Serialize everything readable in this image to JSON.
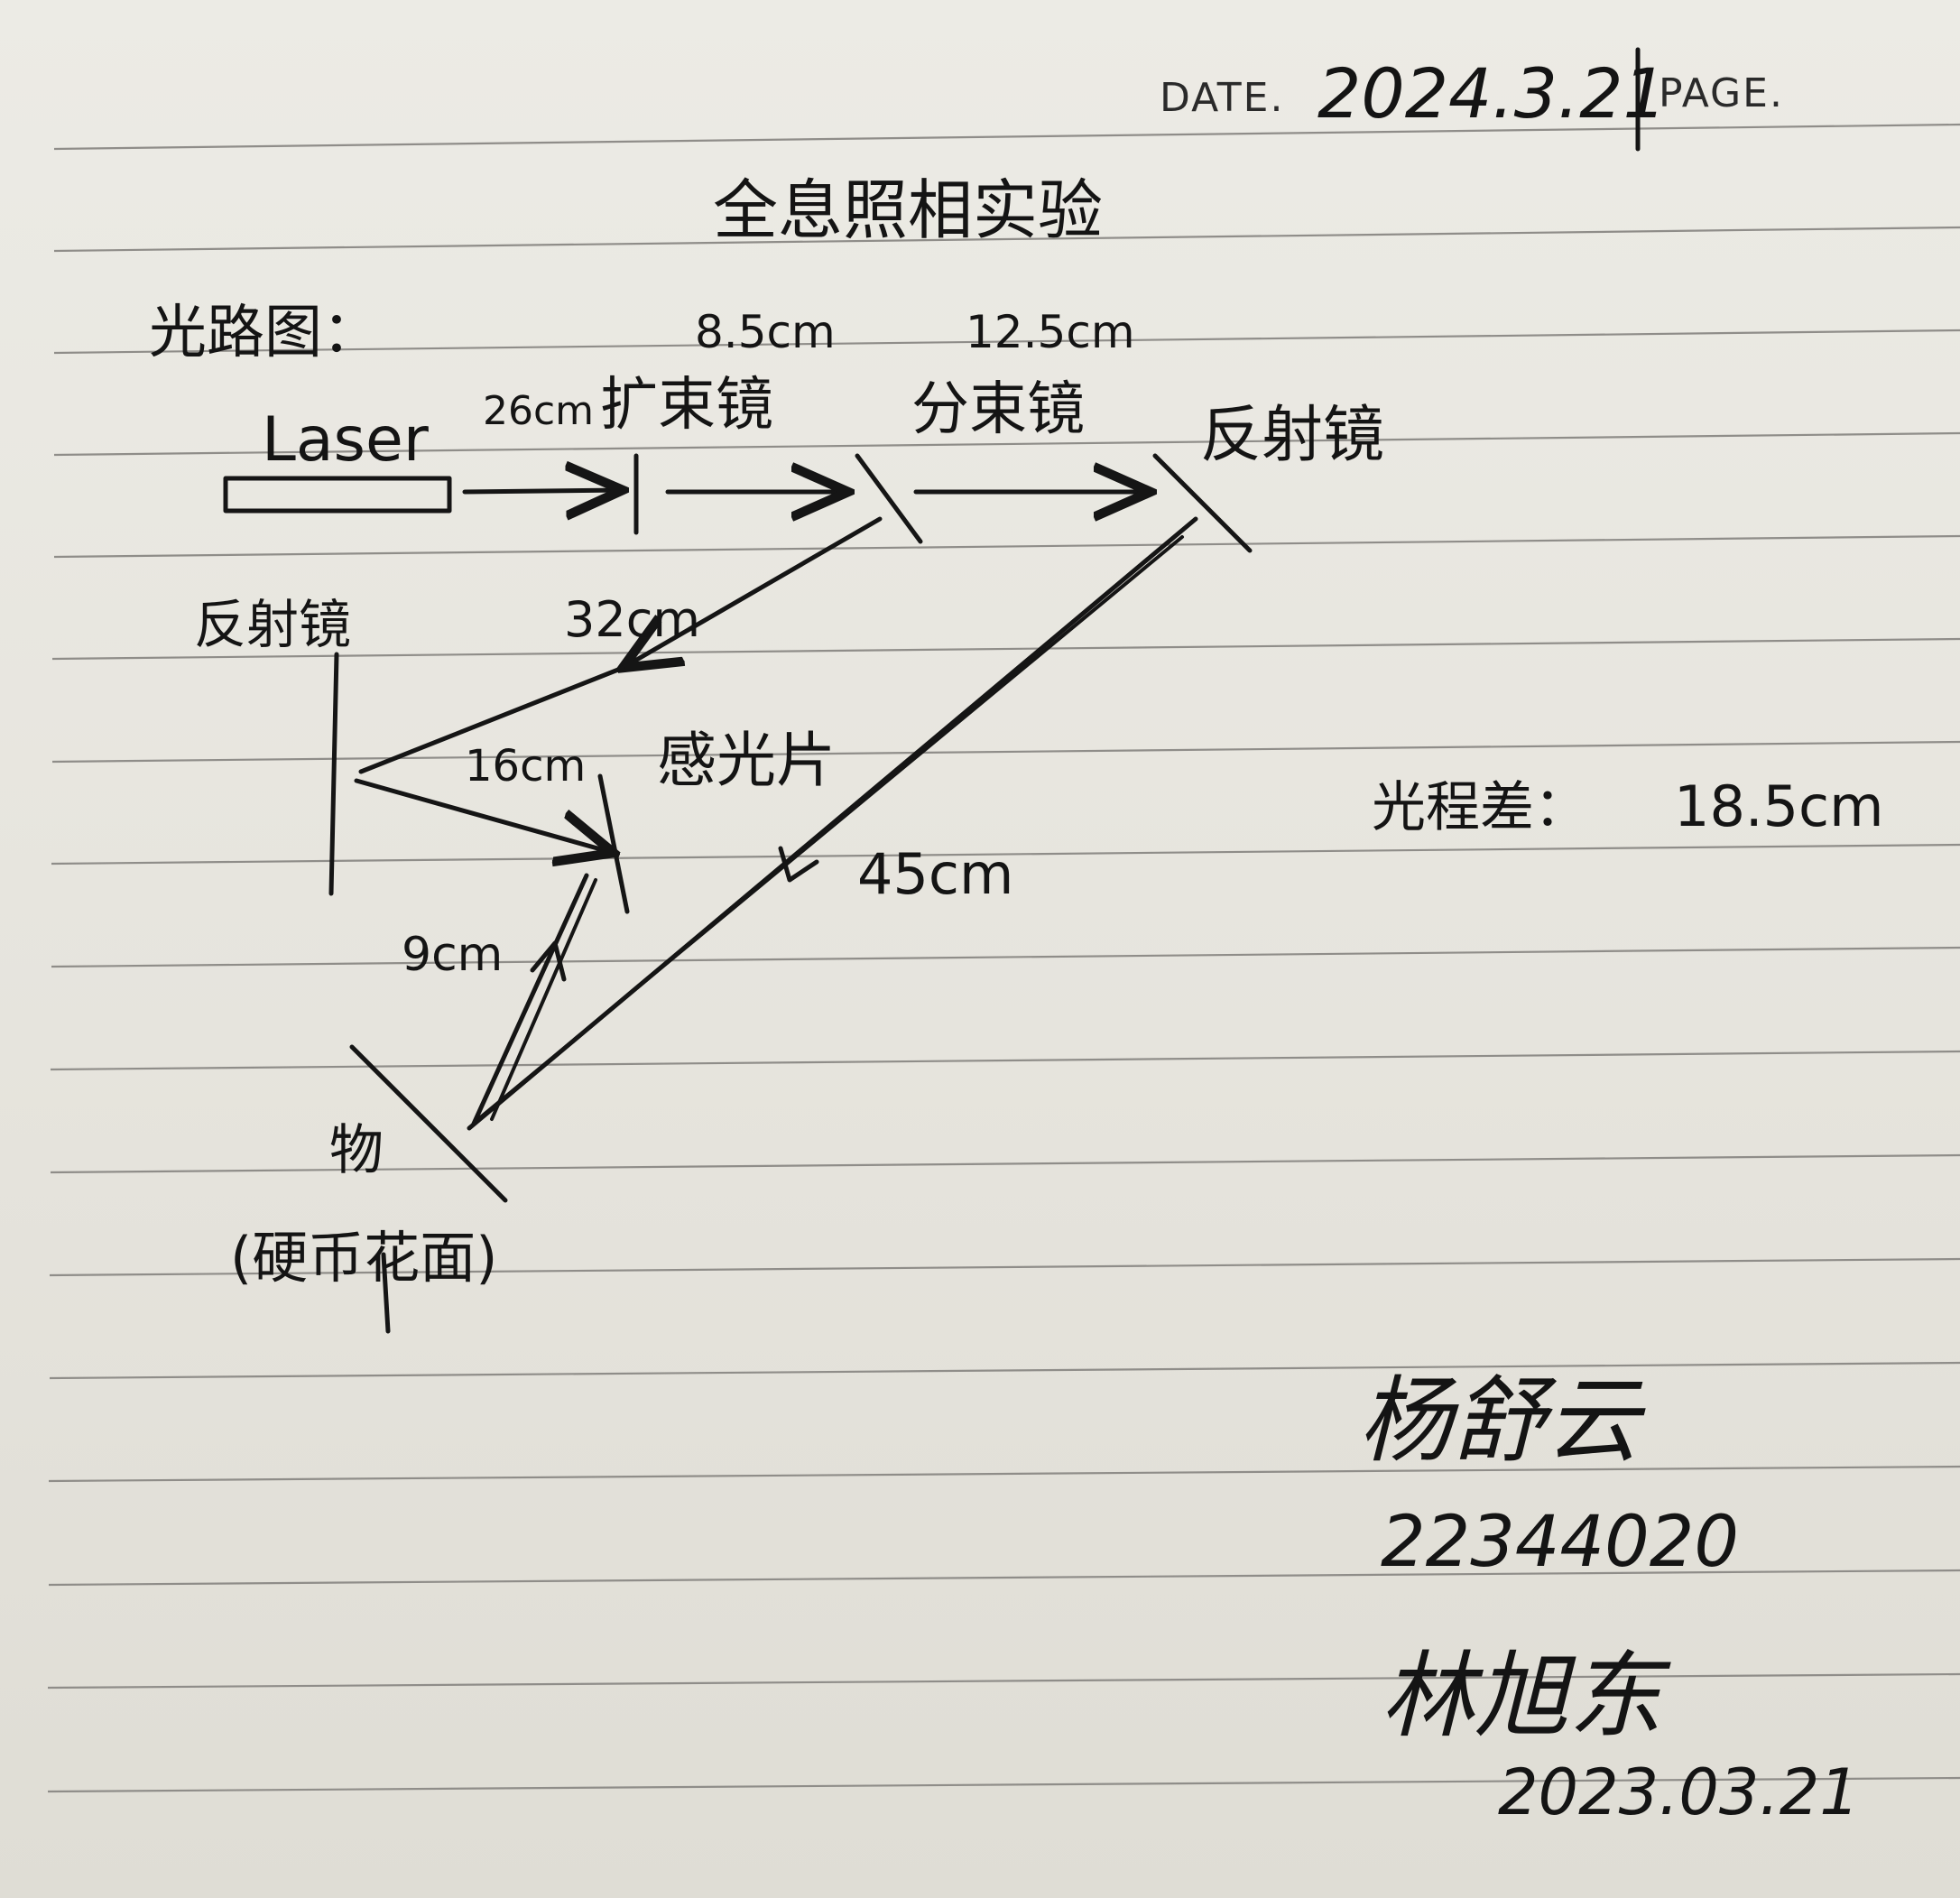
{
  "header": {
    "date_label": "DATE.",
    "date_value": "2024.3.21",
    "page_label": "PAGE."
  },
  "title": "全息照相实验",
  "section_label": "光路图：",
  "optical_path": {
    "components": {
      "laser": "Laser",
      "beam_expander": "扩束镜",
      "beam_splitter": "分束镜",
      "mirror_right": "反射镜",
      "mirror_left": "反射镜",
      "plate": "感光片",
      "object": "物",
      "object_note": "(硬币花面)"
    },
    "distances": {
      "laser_to_expander": "26cm",
      "expander_to_splitter": "8.5cm",
      "splitter_to_mirror": "12.5cm",
      "splitter_to_left_mirror": "32cm",
      "left_mirror_to_plate": "16cm",
      "mirror_to_object": "45cm",
      "object_to_plate": "9cm"
    }
  },
  "path_difference": {
    "label": "光程差：",
    "value": "18.5cm"
  },
  "signatures": {
    "name_1": "杨舒云",
    "student_id": "22344020",
    "name_2": "林旭东",
    "date": "2023.03.21"
  },
  "colors": {
    "ink": "#151515",
    "paper": "#e8e6df",
    "rule_line": "#9a9894"
  }
}
